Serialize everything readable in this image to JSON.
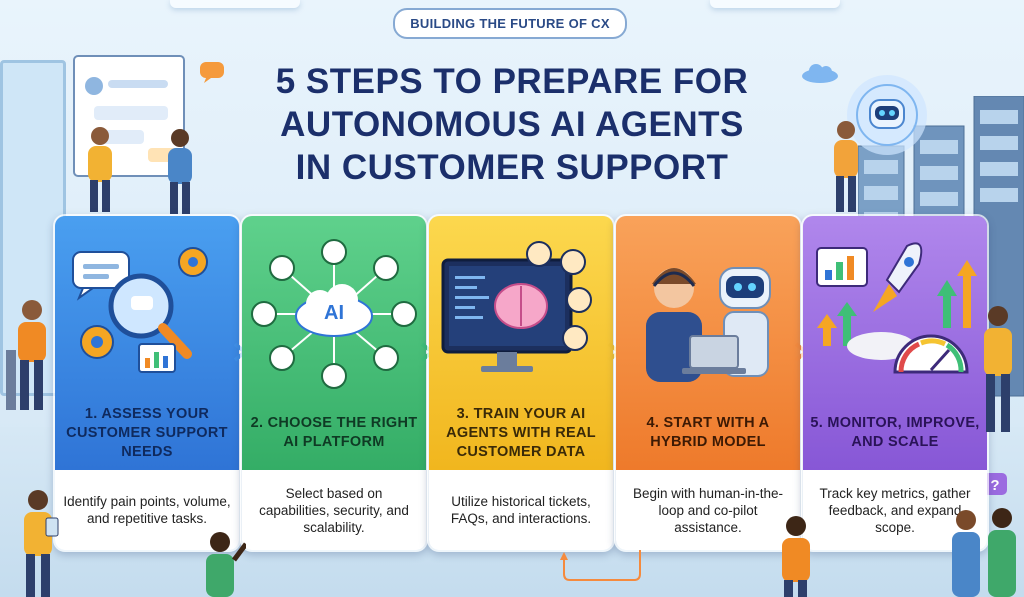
{
  "badge": "BUILDING THE FUTURE OF CX",
  "title_lines": [
    "5 STEPS TO PREPARE FOR",
    "AUTONOMOUS AI AGENTS",
    "IN CUSTOMER SUPPORT"
  ],
  "colors": {
    "step1": "#3f8fe6",
    "step2": "#3fbf77",
    "step3": "#f4c431",
    "step4": "#f58a3d",
    "step5": "#9b6be0",
    "title": "#1b2f6b"
  },
  "steps": [
    {
      "heading": "1. ASSESS YOUR CUSTOMER SUPPORT NEEDS",
      "description": "Identify pain points, volume, and repetitive tasks.",
      "icons": [
        "chat-bubble-icon",
        "magnifier-icon",
        "gear-icon",
        "bar-chart-icon"
      ]
    },
    {
      "heading": "2. CHOOSE THE RIGHT AI PLATFORM",
      "description": "Select based on capabilities, security, and scalability.",
      "ai_label": "AI",
      "icons": [
        "ai-cloud-icon",
        "platform-logo-icon"
      ]
    },
    {
      "heading": "3. TRAIN YOUR AI AGENTS WITH REAL CUSTOMER DATA",
      "description": "Utilize historical tickets, FAQs, and interactions.",
      "icons": [
        "monitor-icon",
        "brain-icon",
        "customer-avatar-icon"
      ]
    },
    {
      "heading": "4. START WITH A HYBRID MODEL",
      "description": "Begin with human-in-the-loop and co-pilot assistance.",
      "icons": [
        "agent-headset-icon",
        "robot-icon",
        "laptop-icon"
      ]
    },
    {
      "heading": "5. MONITOR, IMPROVE, AND SCALE",
      "description": "Track key metrics, gather feedback, and expand scope.",
      "icons": [
        "rocket-icon",
        "gauge-icon",
        "growth-arrows-icon"
      ]
    }
  ]
}
